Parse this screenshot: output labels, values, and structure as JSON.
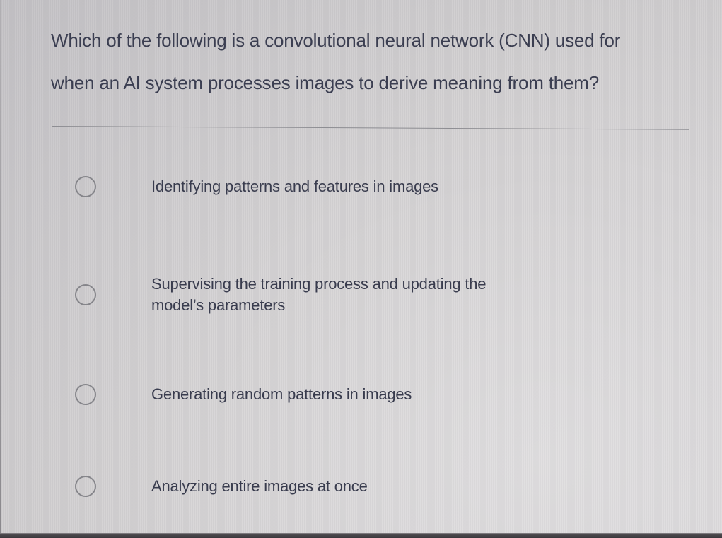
{
  "question": {
    "lines": [
      "Which of the following is a convolutional neural network (CNN) used for",
      "when an AI system processes images to derive meaning from them?"
    ]
  },
  "options": [
    {
      "selected": false,
      "lines": [
        "Identifying patterns and features in images",
        ""
      ]
    },
    {
      "selected": false,
      "lines": [
        "Supervising the training process and updating the",
        "model’s parameters"
      ]
    },
    {
      "selected": false,
      "lines": [
        "Generating random patterns in images",
        ""
      ]
    },
    {
      "selected": false,
      "lines": [
        "Analyzing entire images at once",
        ""
      ]
    }
  ],
  "icons": {
    "radio_unchecked": "empty-circle-outline"
  },
  "colors": {
    "background": "#d6d4d5",
    "question_text": "#3b3e51",
    "option_text": "#393c4e",
    "radio_border": "#85858a",
    "divider": "#8d8d92",
    "bottom_edge": "#3a383c"
  }
}
